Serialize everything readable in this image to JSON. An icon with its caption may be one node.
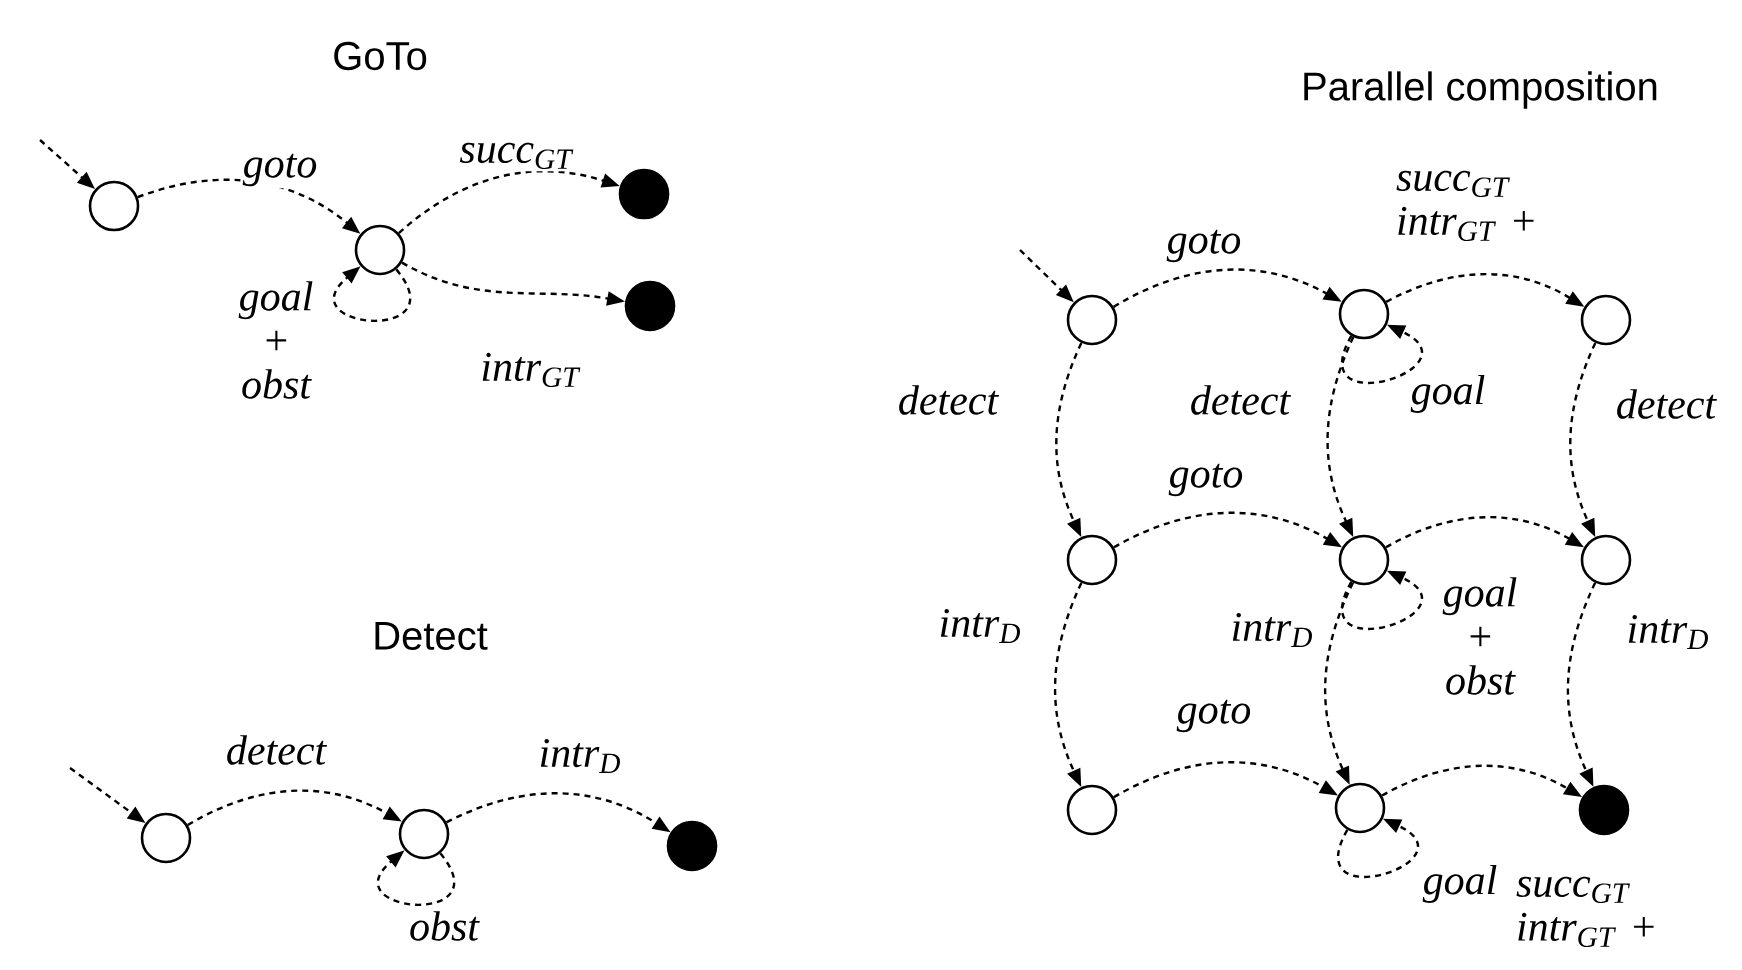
{
  "diagram": {
    "nodes": [
      {
        "text": [],
        "shape": "circle"
      },
      {
        "text": [],
        "shape": "circle"
      },
      {
        "text": [],
        "shape": "dot"
      },
      {
        "text": [],
        "shape": "dot"
      },
      {
        "text": [],
        "shape": "circle"
      },
      {
        "text": [],
        "shape": "circle"
      },
      {
        "text": [],
        "shape": "dot"
      },
      {
        "text": [],
        "shape": "circle"
      },
      {
        "text": [],
        "shape": "circle"
      },
      {
        "text": [],
        "shape": "circle"
      },
      {
        "text": [],
        "shape": "circle"
      },
      {
        "text": [],
        "shape": "circle"
      },
      {
        "text": [],
        "shape": "circle"
      },
      {
        "text": [],
        "shape": "circle"
      },
      {
        "text": [],
        "shape": "circle"
      },
      {
        "text": [],
        "shape": "dot"
      }
    ],
    "edges": [
      {
        "from": null,
        "to": 0,
        "arrow": "to"
      },
      {
        "from": 0,
        "to": 1,
        "arrow": "to",
        "label": "goto"
      },
      {
        "from": 1,
        "to": 2,
        "arrow": "to",
        "label": "succ$_{GT}$"
      },
      {
        "from": 1,
        "to": 3,
        "arrow": "to",
        "label": "intr$_{GT}$"
      },
      {
        "from": 1,
        "to": 1,
        "arrow": "to",
        "label": "goal + obst"
      },
      {
        "from": null,
        "to": 4,
        "arrow": "to"
      },
      {
        "from": 4,
        "to": 5,
        "arrow": "to",
        "label": "detect"
      },
      {
        "from": 5,
        "to": 6,
        "arrow": "to",
        "label": "intr$_{D}$"
      },
      {
        "from": 5,
        "to": 5,
        "arrow": "to",
        "label": "obst"
      },
      {
        "from": null,
        "to": 7,
        "arrow": "to"
      },
      {
        "from": 7,
        "to": 8,
        "arrow": "to",
        "label": "goto"
      },
      {
        "from": 8,
        "to": 9,
        "arrow": "to",
        "label": "succ$_{GT}$ intr$_{GT}$ +"
      },
      {
        "from": 8,
        "to": 8,
        "arrow": "to",
        "label": "goal"
      },
      {
        "from": 7,
        "to": 10,
        "arrow": "to",
        "label": "detect"
      },
      {
        "from": 8,
        "to": 11,
        "arrow": "to",
        "label": "detect"
      },
      {
        "from": 9,
        "to": 12,
        "arrow": "to",
        "label": "detect"
      },
      {
        "from": 10,
        "to": 11,
        "arrow": "to",
        "label": "goto"
      },
      {
        "from": 11,
        "to": 12,
        "arrow": "to"
      },
      {
        "from": 11,
        "to": 11,
        "arrow": "to",
        "label": "goal + obst"
      },
      {
        "from": 10,
        "to": 13,
        "arrow": "to",
        "label": "intr$_{D}$"
      },
      {
        "from": 11,
        "to": 14,
        "arrow": "to",
        "label": "intr$_{D}$"
      },
      {
        "from": 12,
        "to": 15,
        "arrow": "to",
        "label": "intr$_{D}$"
      },
      {
        "from": 13,
        "to": 14,
        "arrow": "to",
        "label": "goto"
      },
      {
        "from": 14,
        "to": 15,
        "arrow": "to",
        "label": "succ$_{GT}$ intr$_{GT}$ +"
      },
      {
        "from": 14,
        "to": 14,
        "arrow": "to",
        "label": "goal"
      }
    ],
    "labels": [
      "GoTo",
      "Parallel composition",
      "Detect"
    ]
  }
}
